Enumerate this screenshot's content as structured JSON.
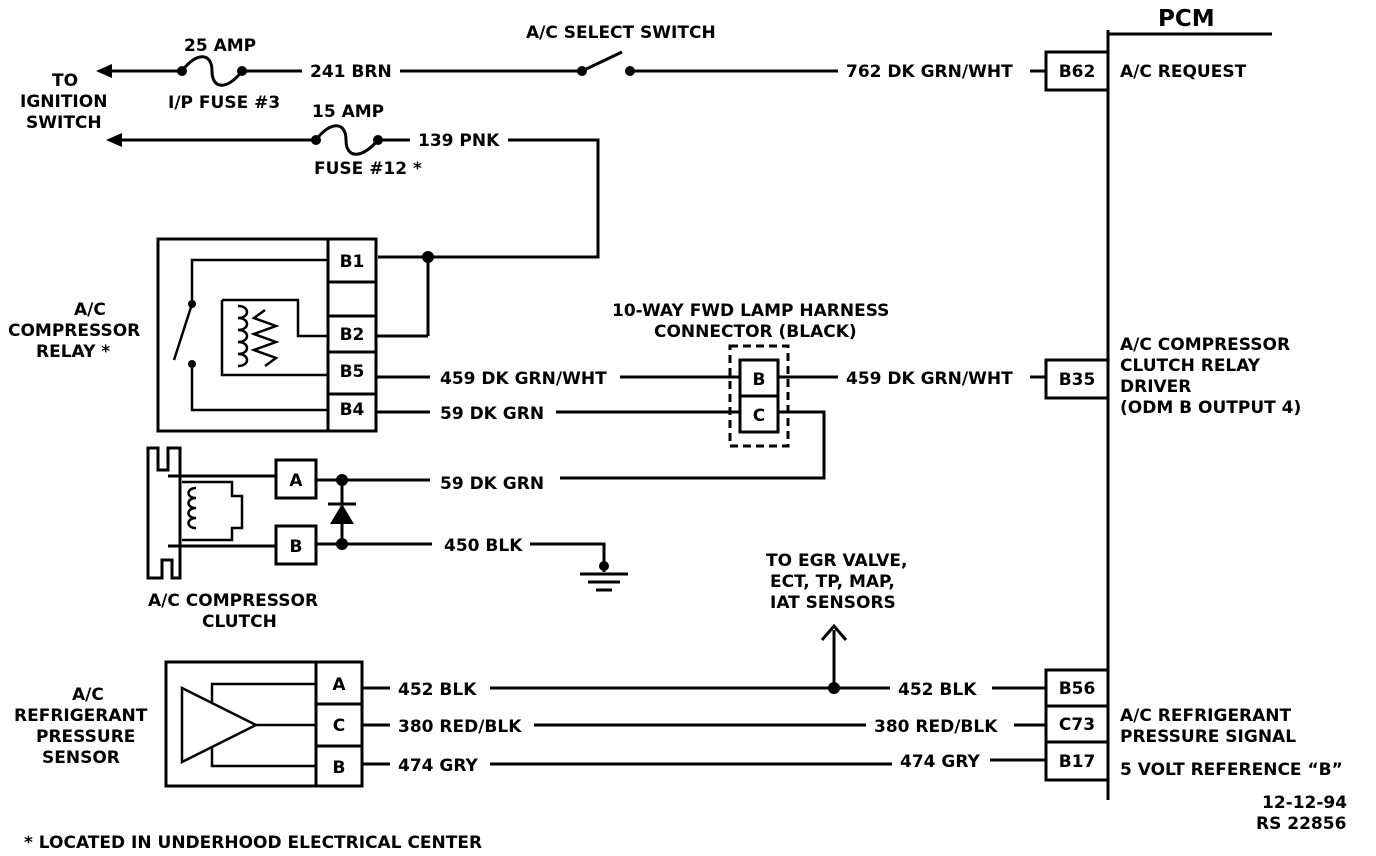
{
  "pcm": {
    "title": "PCM",
    "pins": [
      {
        "id": "B62",
        "wire": "762 DK GRN/WHT",
        "desc": [
          "A/C REQUEST"
        ]
      },
      {
        "id": "B35",
        "wire": "459 DK GRN/WHT",
        "desc": [
          "A/C COMPRESSOR",
          "CLUTCH RELAY",
          "DRIVER",
          "(ODM B OUTPUT 4)"
        ]
      },
      {
        "id": "B56",
        "wire": "452 BLK",
        "desc": []
      },
      {
        "id": "C73",
        "wire": "380 RED/BLK",
        "desc": [
          "A/C REFRIGERANT",
          "PRESSURE SIGNAL"
        ]
      },
      {
        "id": "B17",
        "wire": "474 GRY",
        "desc": [
          "5 VOLT REFERENCE “B”"
        ]
      }
    ]
  },
  "ignition": {
    "label_lines": [
      "TO",
      "IGNITION",
      "SWITCH"
    ]
  },
  "fuses": [
    {
      "rating": "25 AMP",
      "name": "I/P FUSE #3",
      "wire": "241 BRN"
    },
    {
      "rating": "15 AMP",
      "name": "FUSE #12 *",
      "wire": "139 PNK"
    }
  ],
  "select_switch": {
    "label": "A/C SELECT SWITCH"
  },
  "relay": {
    "label_lines": [
      "A/C",
      "COMPRESSOR",
      "RELAY *"
    ],
    "pins": [
      "B1",
      "B2",
      "B5",
      "B4"
    ],
    "wires": {
      "B5": "459 DK GRN/WHT",
      "B4": "59 DK GRN"
    }
  },
  "connector": {
    "label_lines": [
      "10-WAY FWD LAMP HARNESS",
      "CONNECTOR (BLACK)"
    ],
    "pins": [
      "B",
      "C"
    ]
  },
  "clutch": {
    "label_lines": [
      "A/C COMPRESSOR",
      "CLUTCH"
    ],
    "pins": [
      "A",
      "B"
    ],
    "wires": {
      "A": "59 DK GRN",
      "B": "450 BLK"
    }
  },
  "egr_note": {
    "lines": [
      "TO EGR VALVE,",
      "ECT, TP, MAP,",
      "IAT SENSORS"
    ]
  },
  "sensor": {
    "label_lines": [
      "A/C",
      "REFRIGERANT",
      "PRESSURE",
      "SENSOR"
    ],
    "pins": [
      "A",
      "C",
      "B"
    ],
    "wires": [
      "452 BLK",
      "380 RED/BLK",
      "474 GRY"
    ]
  },
  "footer": {
    "note": "*  LOCATED IN UNDERHOOD ELECTRICAL CENTER",
    "date": "12-12-94",
    "ref": "RS 22856"
  }
}
